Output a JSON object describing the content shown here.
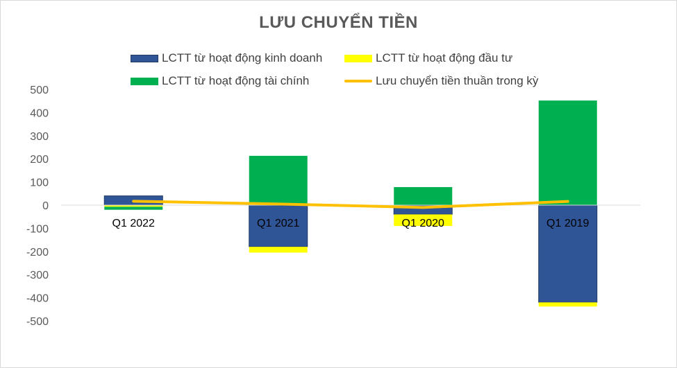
{
  "chart_data": {
    "type": "bar",
    "title": "LƯU CHUYỂN TIỀN",
    "categories": [
      "Q1 2022",
      "Q1 2021",
      "Q1 2020",
      "Q1 2019"
    ],
    "series": [
      {
        "name": "LCTT từ hoạt động kinh doanh",
        "kind": "bar",
        "color": "#2f5597",
        "values": [
          40,
          -180,
          -40,
          -420
        ]
      },
      {
        "name": "LCTT từ hoạt động đầu tư",
        "kind": "bar",
        "color": "#ffff00",
        "values": [
          -7,
          -25,
          -50,
          -18
        ]
      },
      {
        "name": "LCTT từ hoạt động tài chính",
        "kind": "bar",
        "color": "#00b050",
        "values": [
          -13,
          213,
          78,
          452
        ]
      },
      {
        "name": "Lưu chuyển tiền thuần trong kỳ",
        "kind": "line",
        "color": "#ffc000",
        "values": [
          17,
          5,
          -10,
          16
        ]
      }
    ],
    "ylim": [
      -500,
      500
    ],
    "yticks": [
      500,
      400,
      300,
      200,
      100,
      0,
      -100,
      -200,
      -300,
      -400,
      -500
    ],
    "grid": false,
    "legend_position": "top"
  },
  "legend": [
    {
      "label": "LCTT từ hoạt động kinh doanh",
      "swatch": "box",
      "color": "#2f5597"
    },
    {
      "label": "LCTT từ hoạt động đầu tư",
      "swatch": "box",
      "color": "#ffff00"
    },
    {
      "label": "LCTT từ hoạt động tài chính",
      "swatch": "box",
      "color": "#00b050"
    },
    {
      "label": "Lưu chuyển tiền thuần trong kỳ",
      "swatch": "line",
      "color": "#ffc000"
    }
  ]
}
